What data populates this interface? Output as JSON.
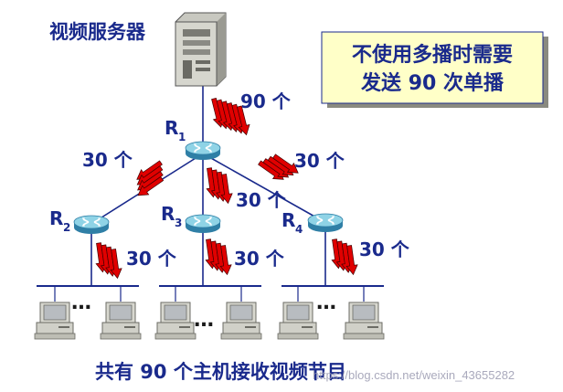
{
  "diagram": {
    "server_label": "视频服务器",
    "callout": {
      "line1": "不使用多播时需要",
      "line2": "发送 90 次单播"
    },
    "routers": {
      "r1": {
        "name": "R",
        "sub": "1"
      },
      "r2": {
        "name": "R",
        "sub": "2"
      },
      "r3": {
        "name": "R",
        "sub": "3"
      },
      "r4": {
        "name": "R",
        "sub": "4"
      }
    },
    "flow_labels": {
      "server_to_r1": "90 个",
      "r1_to_r2": "30 个",
      "r1_to_r3": "30 个",
      "r1_to_r4": "30 个",
      "r2_to_lan": "30 个",
      "r3_to_lan": "30 个",
      "r4_to_lan": "30 个"
    },
    "lan_ellipsis": "…",
    "bottom_caption": "共有 90 个主机接收视频节目",
    "watermark": "https://blog.csdn.net/weixin_43655282"
  },
  "colors": {
    "text_blue": "#1a2a8c",
    "arrow_red": "#e00000",
    "line_blue": "#1a2a8c",
    "router_top": "#8fd3e6",
    "router_side": "#2f7fa6",
    "callout_bg": "#ffffc8"
  },
  "icons": [
    "server-tower-icon",
    "router-icon",
    "computer-icon",
    "arrow-bundle-icon"
  ]
}
